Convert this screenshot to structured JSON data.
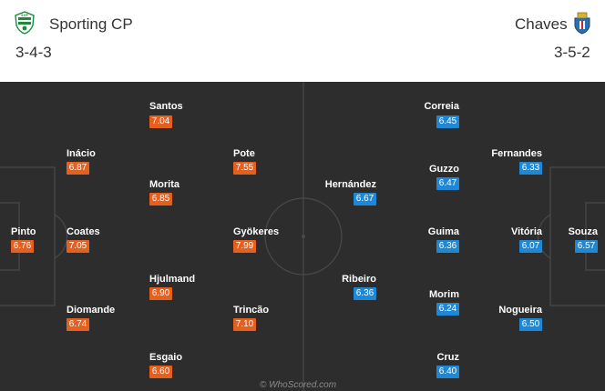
{
  "home": {
    "name": "Sporting CP",
    "formation": "3-4-3",
    "colors": {
      "rating": "#e5601e"
    },
    "players": [
      {
        "name": "Pinto",
        "rating": "6.76"
      },
      {
        "name": "Inácio",
        "rating": "6.87"
      },
      {
        "name": "Coates",
        "rating": "7.05"
      },
      {
        "name": "Diomande",
        "rating": "6.74"
      },
      {
        "name": "Santos",
        "rating": "7.04"
      },
      {
        "name": "Morita",
        "rating": "6.85"
      },
      {
        "name": "Hjulmand",
        "rating": "6.90"
      },
      {
        "name": "Esgaio",
        "rating": "6.60"
      },
      {
        "name": "Pote",
        "rating": "7.55"
      },
      {
        "name": "Gyökeres",
        "rating": "7.99"
      },
      {
        "name": "Trincão",
        "rating": "7.10"
      }
    ]
  },
  "away": {
    "name": "Chaves",
    "formation": "3-5-2",
    "colors": {
      "rating": "#1e88d6"
    },
    "players": [
      {
        "name": "Hernández",
        "rating": "6.67"
      },
      {
        "name": "Ribeiro",
        "rating": "6.36"
      },
      {
        "name": "Correia",
        "rating": "6.45"
      },
      {
        "name": "Guzzo",
        "rating": "6.47"
      },
      {
        "name": "Guima",
        "rating": "6.36"
      },
      {
        "name": "Morim",
        "rating": "6.24"
      },
      {
        "name": "Cruz",
        "rating": "6.40"
      },
      {
        "name": "Fernandes",
        "rating": "6.33"
      },
      {
        "name": "Vitória",
        "rating": "6.07"
      },
      {
        "name": "Nogueira",
        "rating": "6.50"
      },
      {
        "name": "Souza",
        "rating": "6.57"
      }
    ]
  },
  "watermark": "© WhoScored.com",
  "icons": {
    "home_crest": "sporting-crest-icon",
    "away_crest": "chaves-crest-icon"
  }
}
